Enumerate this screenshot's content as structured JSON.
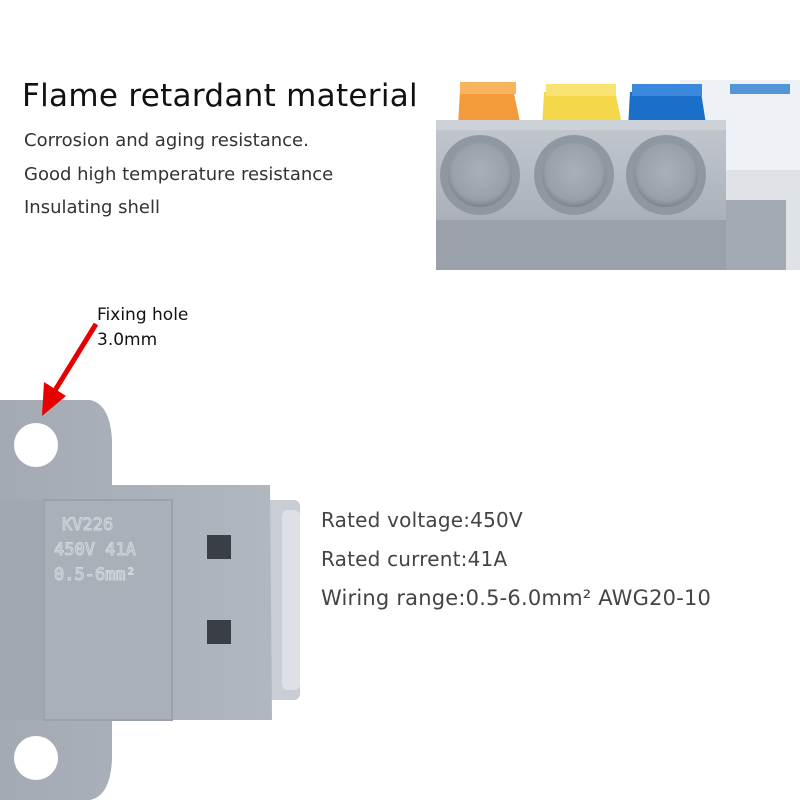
{
  "heading": {
    "title": "Flame retardant material",
    "features": [
      "Corrosion and aging resistance.",
      "Good high temperature resistance",
      "Insulating shell"
    ]
  },
  "callout": {
    "title": "Fixing hole",
    "value": "3.0mm",
    "arrow_color": "#e60000"
  },
  "specs": [
    "Rated voltage:450V",
    "Rated current:41A",
    "Wiring range:0.5-6.0mm² AWG20-10"
  ],
  "molding": {
    "model": "KV226",
    "rating": "450V 41A",
    "range": "0.5-6mm²"
  },
  "colors": {
    "housing_gray": "#a8aeb6",
    "lever_orange": "#f39a3a",
    "lever_yellow": "#f4d84a",
    "lever_blue": "#1a6fc9"
  }
}
